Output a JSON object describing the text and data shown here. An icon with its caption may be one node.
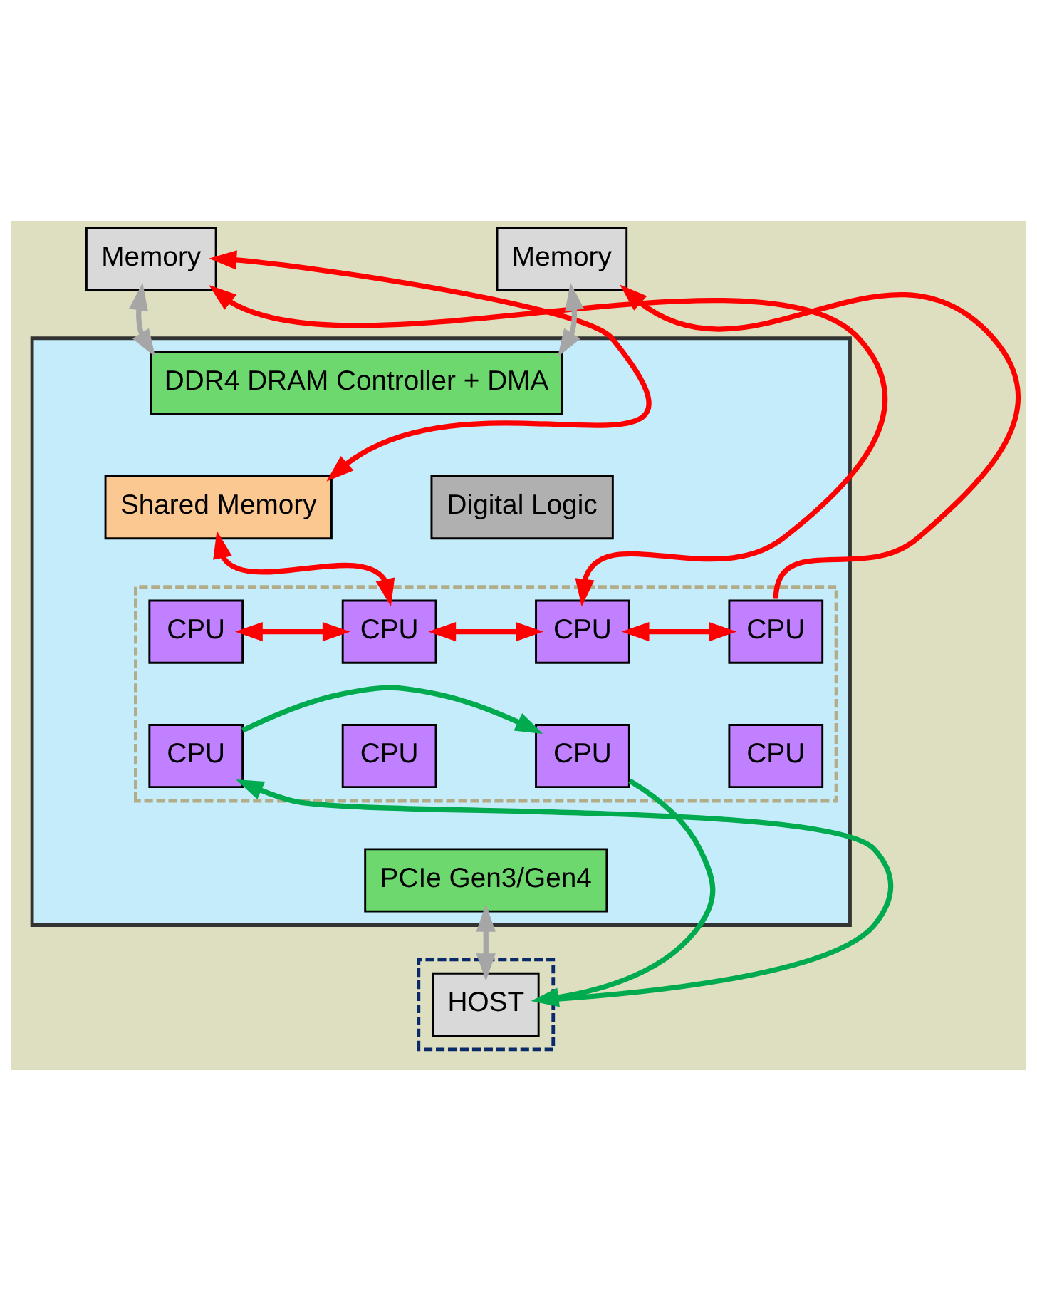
{
  "diagram": {
    "nodes": [
      {
        "text": [
          "Memory"
        ]
      },
      {
        "text": [
          "Memory"
        ]
      },
      {
        "text": [],
        "shape": "box"
      },
      {
        "text": [
          "DDR4 DRAM Controller + DMA"
        ],
        "in": 2
      },
      {
        "text": [
          "Shared Memory"
        ],
        "in": 2
      },
      {
        "text": [
          "Digital Logic"
        ],
        "in": 2
      },
      {
        "text": [],
        "shape": "box",
        "in": 2
      },
      {
        "text": [
          "CPU"
        ],
        "in": 6
      },
      {
        "text": [
          "CPU"
        ],
        "in": 6
      },
      {
        "text": [
          "CPU"
        ],
        "in": 6
      },
      {
        "text": [
          "CPU"
        ],
        "in": 6
      },
      {
        "text": [
          "CPU"
        ],
        "in": 6
      },
      {
        "text": [
          "CPU"
        ],
        "in": 6
      },
      {
        "text": [
          "CPU"
        ],
        "in": 6
      },
      {
        "text": [
          "CPU"
        ],
        "in": 6
      },
      {
        "text": [
          "PCIe Gen3/Gen4"
        ],
        "in": 2
      },
      {
        "text": [],
        "shape": "box"
      },
      {
        "text": [
          "HOST"
        ],
        "in": 16
      }
    ],
    "edges": [
      {
        "from": 0,
        "to": 3,
        "arrow": "both",
        "color": "#a6a6a6"
      },
      {
        "from": 1,
        "to": 3,
        "arrow": "both",
        "color": "#a6a6a6"
      },
      {
        "from": 15,
        "to": 17,
        "arrow": "both",
        "color": "#a6a6a6"
      },
      {
        "from": 0,
        "to": 4,
        "arrow": "both"
      },
      {
        "from": 0,
        "to": 9,
        "arrow": "both"
      },
      {
        "from": 10,
        "to": 1,
        "arrow": "to"
      },
      {
        "from": 4,
        "to": 8,
        "arrow": "both"
      },
      {
        "from": 7,
        "to": 8,
        "arrow": "both"
      },
      {
        "from": 8,
        "to": 9,
        "arrow": "both"
      },
      {
        "from": 9,
        "to": 10,
        "arrow": "both"
      },
      {
        "from": 11,
        "to": 13,
        "arrow": "to",
        "color": "#00aa4f"
      },
      {
        "from": 13,
        "to": 17,
        "arrow": "to",
        "color": "#00aa4f"
      },
      {
        "from": 17,
        "to": 11,
        "arrow": "to",
        "color": "#00aa4f"
      }
    ]
  }
}
